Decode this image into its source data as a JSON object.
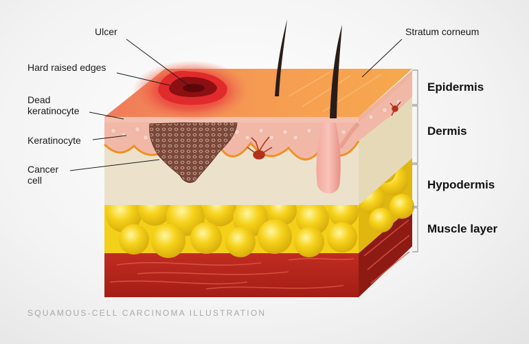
{
  "labels": {
    "ulcer": "Ulcer",
    "hard_raised_edges": "Hard raised edges",
    "dead_keratinocyte": [
      "Dead",
      "keratinocyte"
    ],
    "keratinocyte": "Keratinocyte",
    "cancer_cell": [
      "Cancer",
      "cell"
    ],
    "stratum_corneum": "Stratum corneum"
  },
  "layers": {
    "epidermis": "Epidermis",
    "dermis": "Dermis",
    "hypodermis": "Hypodermis",
    "muscle": "Muscle layer"
  },
  "caption": "SQUAMOUS-CELL CARCINOMA ILLUSTRATION",
  "colors": {
    "skin_top": "#f7a34d",
    "ulcer": "#d8282a",
    "epidermis_band": "#f1b8a8",
    "dermis": "#ece2cb",
    "fat": "#f2cf14",
    "muscle": "#b5241c",
    "cancer": "#8d5a4a"
  }
}
